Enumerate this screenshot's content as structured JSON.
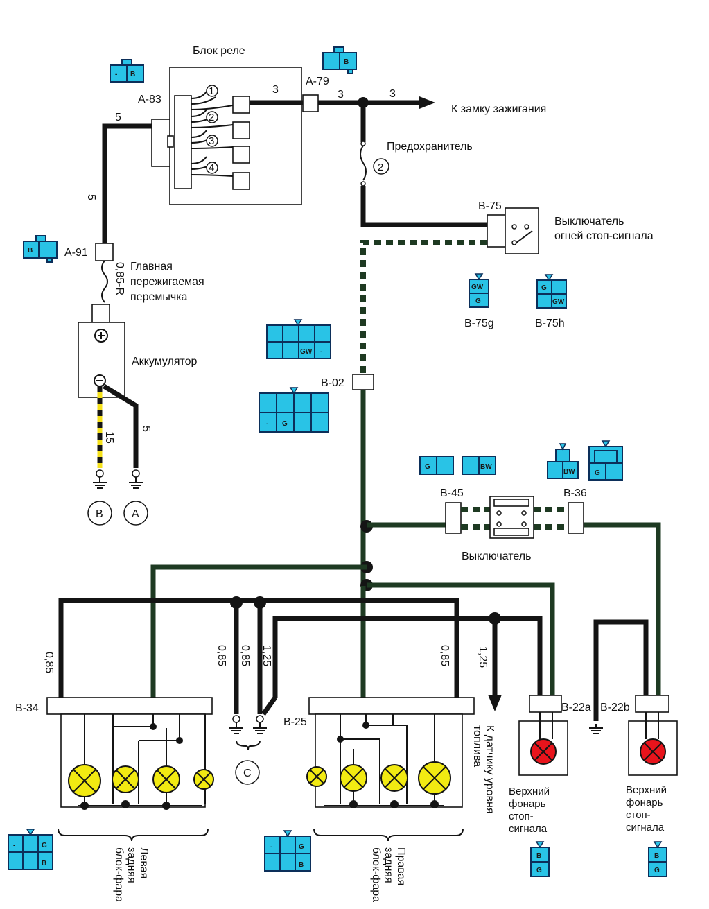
{
  "labels": {
    "relay_block": "Блок реле",
    "to_ignition": "К замку зажигания",
    "fuse": "Предохранитель",
    "fuse_num": "2",
    "brake_switch_1": "Выключатель",
    "brake_switch_2": "огней стоп-сигнала",
    "fusible_link_1": "Главная",
    "fusible_link_2": "пережигаемая",
    "fusible_link_3": "перемычка",
    "battery": "Аккумулятор",
    "switch": "Выключатель",
    "to_fuel_1": "К датчику уровня",
    "to_fuel_2": "топлива",
    "upper_stop_left_1": "Верхний",
    "upper_stop_left_2": "фонарь",
    "upper_stop_left_3": "стоп-",
    "upper_stop_left_4": "сигнала",
    "upper_stop_right_1": "Верхний",
    "upper_stop_right_2": "фонарь",
    "upper_stop_right_3": "стоп-",
    "upper_stop_right_4": "сигнала",
    "left_lamp_1": "Левая",
    "left_lamp_2": "задняя",
    "left_lamp_3": "блок-фара",
    "right_lamp_1": "Правая",
    "right_lamp_2": "задняя",
    "right_lamp_3": "блок-фара"
  },
  "connectors": {
    "a83": "A-83",
    "a79": "A-79",
    "a91": "A-91",
    "b75": "B-75",
    "b75g": "B-75g",
    "b75h": "B-75h",
    "b02": "B-02",
    "b45": "B-45",
    "b36": "B-36",
    "b34": "B-34",
    "b25": "B-25",
    "b22a": "B-22a",
    "b22b": "B-22b"
  },
  "wire_sizes": {
    "w3a": "3",
    "w3b": "3",
    "w3c": "3",
    "w5a": "5",
    "w5b": "5",
    "w085r": "0,85-R",
    "w15": "15",
    "w5c": "5",
    "w085a": "0,85",
    "w085b": "0,85",
    "w085c": "0,85",
    "w125a": "1,25",
    "w085d": "0,85",
    "w125b": "1,25"
  },
  "relay_numbers": [
    "1",
    "2",
    "3",
    "4"
  ],
  "grounds": {
    "b": "B",
    "a": "A",
    "c": "C"
  },
  "connector_codes": {
    "a83_b": "B",
    "a83_dash": "-",
    "a79_b": "B",
    "a91_b": "B",
    "b75g_gw": "GW",
    "b75g_g": "G",
    "b75h_g": "G",
    "b75h_gw": "GW",
    "b02u_gw": "GW",
    "b02u_dash": "-",
    "b02l_dash": "-",
    "b02l_g": "G",
    "b45_g": "G",
    "b45_bw": "BW",
    "b36a_bw": "BW",
    "b36b_g": "G",
    "b34_dash": "-",
    "b34_g": "G",
    "b34_b": "B",
    "b25_dash": "-",
    "b25_g": "G",
    "b25_b": "B",
    "b22a_b": "B",
    "b22a_g": "G",
    "b22b_b": "B",
    "b22b_g": "G"
  },
  "colors": {
    "connector_fill": "#29c3e6",
    "lamp_yellow": "#f2ea12",
    "lamp_red": "#e8141c",
    "green_wire": "#1e3a22",
    "yellow_wire": "#f5e11a"
  }
}
